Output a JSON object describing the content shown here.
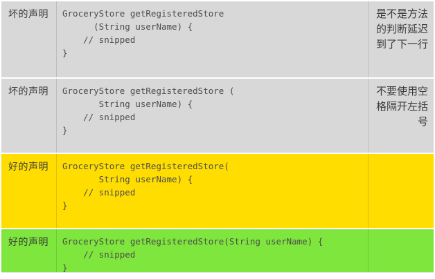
{
  "table": {
    "description": "Java method declaration style comparison table",
    "colors": {
      "bad_row_bg": "#d8d8d8",
      "good_row_yellow_bg": "#ffdd00",
      "good_row_green_bg": "#7ee63c",
      "row_divider": "#ffffff",
      "column_divider": "rgba(0,0,0,0.13)",
      "label_text": "#3b3b3b",
      "code_text": "#4d4d4d",
      "row_backgrounds": [
        "#d8d8d8",
        "#d8d8d8",
        "#ffdd00",
        "#7ee63c"
      ]
    },
    "rows": [
      {
        "label": "坏的声明",
        "code": "GroceryStore getRegisteredStore\n      (String userName) {\n    // snipped\n}",
        "comment": "是不是方法的判断延迟到了下一行"
      },
      {
        "label": "坏的声明",
        "code": "GroceryStore getRegisteredStore (\n       String userName) {\n    // snipped\n}",
        "comment": "不要使用空格隔开左括号"
      },
      {
        "label": "好的声明",
        "code": "GroceryStore getRegisteredStore(\n       String userName) {\n    // snipped\n}",
        "comment": ""
      },
      {
        "label": "好的声明",
        "code": "GroceryStore getRegisteredStore(String userName) {\n    // snipped\n}",
        "comment": ""
      }
    ]
  }
}
